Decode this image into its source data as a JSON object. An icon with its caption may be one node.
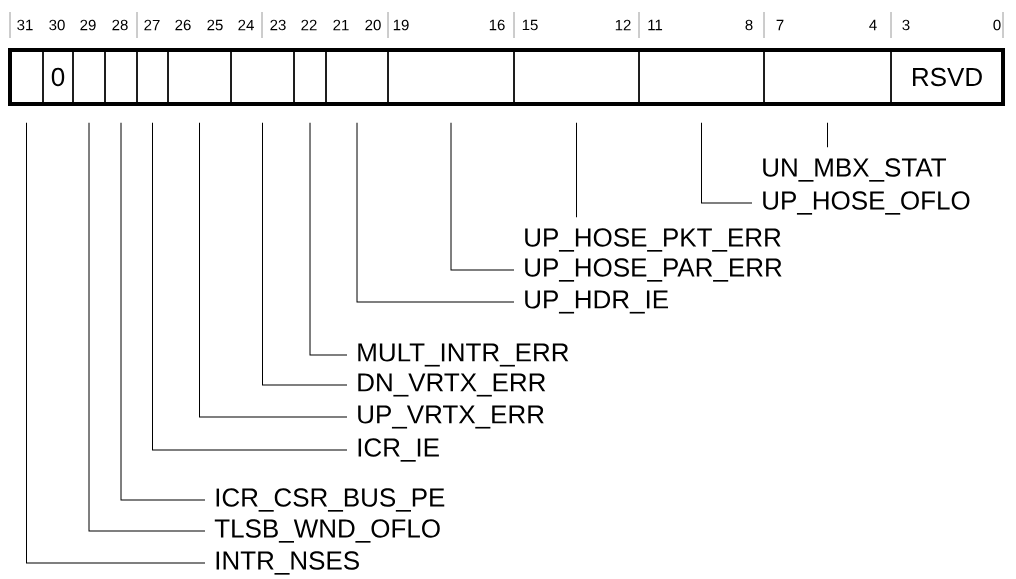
{
  "diagram": {
    "nodes": [
      {
        "text": [],
        "shape": "box"
      },
      {
        "text": [
          "0"
        ]
      },
      {
        "text": [],
        "shape": "box"
      },
      {
        "text": [],
        "shape": "box"
      },
      {
        "text": [],
        "shape": "box"
      },
      {
        "text": [],
        "shape": "box"
      },
      {
        "text": [],
        "shape": "box"
      },
      {
        "text": [],
        "shape": "box"
      },
      {
        "text": [],
        "shape": "box"
      },
      {
        "text": [],
        "shape": "box"
      },
      {
        "text": [],
        "shape": "box"
      },
      {
        "text": [],
        "shape": "box"
      },
      {
        "text": [],
        "shape": "box"
      },
      {
        "text": [
          "RSVD"
        ]
      },
      {
        "text": [
          "UN_MBX_STAT"
        ]
      },
      {
        "text": [
          "UP_HOSE_OFLO"
        ]
      },
      {
        "text": [
          "UP_HOSE_PKT_ERR"
        ]
      },
      {
        "text": [
          "UP_HOSE_PAR_ERR"
        ]
      },
      {
        "text": [
          "UP_HDR_IE"
        ]
      },
      {
        "text": [
          "MULT_INTR_ERR"
        ]
      },
      {
        "text": [
          "DN_VRTX_ERR"
        ]
      },
      {
        "text": [
          "UP_VRTX_ERR"
        ]
      },
      {
        "text": [
          "ICR_IE"
        ]
      },
      {
        "text": [
          "ICR_CSR_BUS_PE"
        ]
      },
      {
        "text": [
          "TLSB_WND_OFLO"
        ]
      },
      {
        "text": [
          "INTR_NSES"
        ]
      }
    ],
    "edges": [
      {
        "from": 14,
        "to": 12,
        "arrow": "none"
      },
      {
        "from": 15,
        "to": 11,
        "arrow": "none"
      },
      {
        "from": 16,
        "to": 10,
        "arrow": "none"
      },
      {
        "from": 17,
        "to": 9,
        "arrow": "none"
      },
      {
        "from": 18,
        "to": 8,
        "arrow": "none"
      },
      {
        "from": 19,
        "to": 7,
        "arrow": "none"
      },
      {
        "from": 20,
        "to": 6,
        "arrow": "none"
      },
      {
        "from": 21,
        "to": 5,
        "arrow": "none"
      },
      {
        "from": 22,
        "to": 4,
        "arrow": "none"
      },
      {
        "from": 23,
        "to": 3,
        "arrow": "none"
      },
      {
        "from": 24,
        "to": 2,
        "arrow": "none"
      },
      {
        "from": 25,
        "to": 0,
        "arrow": "none"
      }
    ],
    "labels": [
      "31",
      "30",
      "29",
      "28",
      "27",
      "26",
      "25",
      "24",
      "23",
      "22",
      "21",
      "20",
      "19",
      "16",
      "15",
      "12",
      "11",
      "8",
      "7",
      "4",
      "3",
      "0"
    ]
  }
}
